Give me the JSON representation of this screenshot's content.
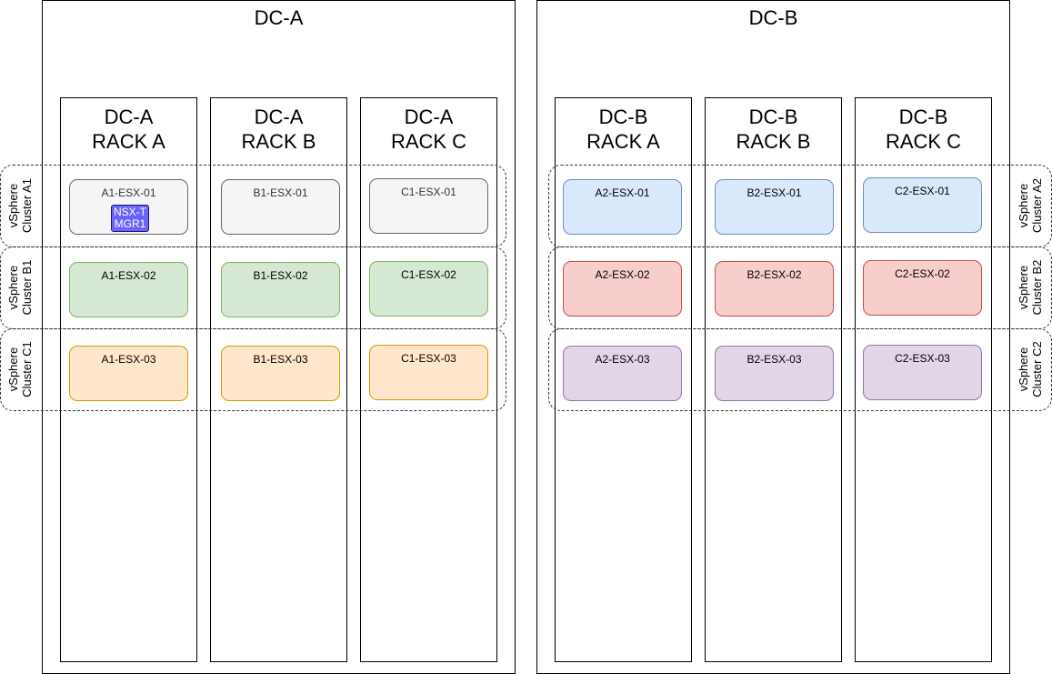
{
  "datacenters": [
    {
      "title": "DC-A",
      "racks": [
        {
          "line1": "DC-A",
          "line2": "RACK A"
        },
        {
          "line1": "DC-A",
          "line2": "RACK B"
        },
        {
          "line1": "DC-A",
          "line2": "RACK C"
        }
      ],
      "clusters": [
        {
          "line1": "vSphere",
          "line2": "Cluster A1"
        },
        {
          "line1": "vSphere",
          "line2": "Cluster B1"
        },
        {
          "line1": "vSphere",
          "line2": "Cluster C1"
        }
      ],
      "hosts": [
        [
          "A1-ESX-01",
          "B1-ESX-01",
          "C1-ESX-01"
        ],
        [
          "A1-ESX-02",
          "B1-ESX-02",
          "C1-ESX-02"
        ],
        [
          "A1-ESX-03",
          "B1-ESX-03",
          "C1-ESX-03"
        ]
      ]
    },
    {
      "title": "DC-B",
      "racks": [
        {
          "line1": "DC-B",
          "line2": "RACK A"
        },
        {
          "line1": "DC-B",
          "line2": "RACK B"
        },
        {
          "line1": "DC-B",
          "line2": "RACK C"
        }
      ],
      "clusters": [
        {
          "line1": "vSphere",
          "line2": "Cluster A2"
        },
        {
          "line1": "vSphere",
          "line2": "Cluster B2"
        },
        {
          "line1": "vSphere",
          "line2": "Cluster C2"
        }
      ],
      "hosts": [
        [
          "A2-ESX-01",
          "B2-ESX-01",
          "C2-ESX-01"
        ],
        [
          "A2-ESX-02",
          "B2-ESX-02",
          "C2-ESX-02"
        ],
        [
          "A2-ESX-03",
          "B2-ESX-03",
          "C2-ESX-03"
        ]
      ]
    }
  ],
  "badge": {
    "line1": "NSX-T",
    "line2": "MGR1"
  },
  "colors": {
    "dc_a_row1": {
      "fill": "#f5f5f5",
      "stroke": "#666666"
    },
    "dc_a_row2": {
      "fill": "#d5e8d4",
      "stroke": "#82b366"
    },
    "dc_a_row3": {
      "fill": "#ffe6cc",
      "stroke": "#d79b00"
    },
    "dc_b_row1": {
      "fill": "#dae8fc",
      "stroke": "#6c8ebf"
    },
    "dc_b_row2": {
      "fill": "#f8cecc",
      "stroke": "#b85450"
    },
    "dc_b_row3": {
      "fill": "#e1d5e7",
      "stroke": "#9673a6"
    },
    "badge": "#6c63ff"
  }
}
